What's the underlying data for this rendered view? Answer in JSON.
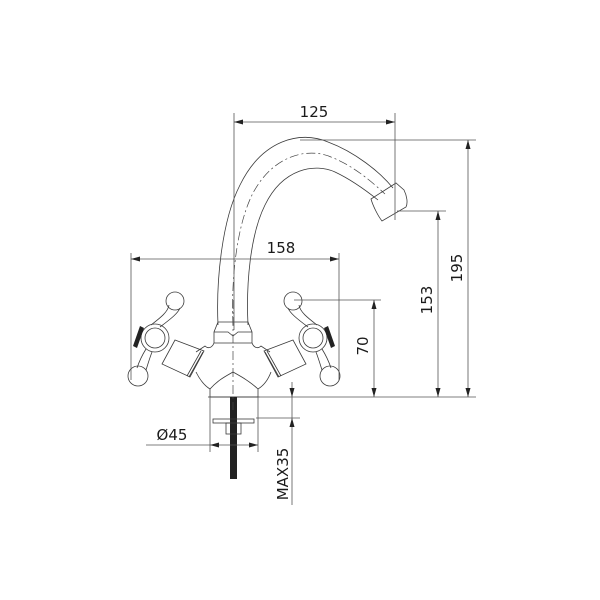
{
  "drawing": {
    "title": "Faucet technical drawing",
    "background": "#ffffff",
    "line_color": "#3a3a3a",
    "dimensions": {
      "spout_reach": "125",
      "total_height": "195",
      "spout_outlet_height": "153",
      "handle_span": "158",
      "handle_height": "70",
      "base_diameter": "Ø45",
      "max_counter_thickness": "MAX35"
    }
  }
}
